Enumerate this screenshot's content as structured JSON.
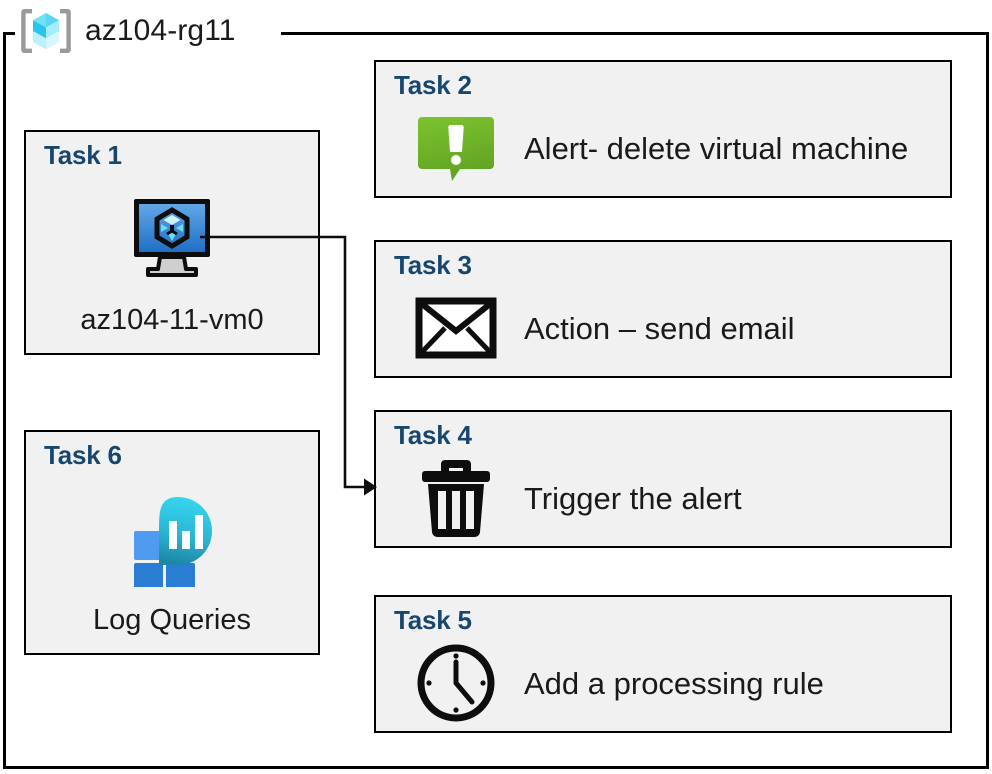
{
  "resource_group": {
    "icon": "resource-group-cube-icon",
    "title": "az104-rg11"
  },
  "colors": {
    "task_title": "#17476f",
    "card_background": "#f1f1f1",
    "card_border": "#000000",
    "alert_green": "#76bc2d",
    "vm_blue": "#3b8fdd",
    "log_analytics_cyan": "#32d4eb",
    "log_analytics_blue": "#2b7cd3"
  },
  "tasks": [
    {
      "id": "task1",
      "title": "Task 1",
      "label": "az104-11-vm0",
      "icon": "virtual-machine-icon",
      "column": "left"
    },
    {
      "id": "task2",
      "title": "Task 2",
      "label": "Alert- delete virtual machine",
      "icon": "alert-exclamation-icon",
      "column": "right"
    },
    {
      "id": "task3",
      "title": "Task 3",
      "label": "Action – send email",
      "icon": "envelope-icon",
      "column": "right"
    },
    {
      "id": "task4",
      "title": "Task 4",
      "label": "Trigger the alert",
      "icon": "trash-can-icon",
      "column": "right"
    },
    {
      "id": "task5",
      "title": "Task 5",
      "label": "Add a processing rule",
      "icon": "clock-icon",
      "column": "right"
    },
    {
      "id": "task6",
      "title": "Task 6",
      "label": "Log Queries",
      "icon": "log-analytics-icon",
      "column": "left"
    }
  ],
  "connector": {
    "from": "task1-vm-icon",
    "to": "task4-card",
    "arrow": "arrowhead-right"
  }
}
